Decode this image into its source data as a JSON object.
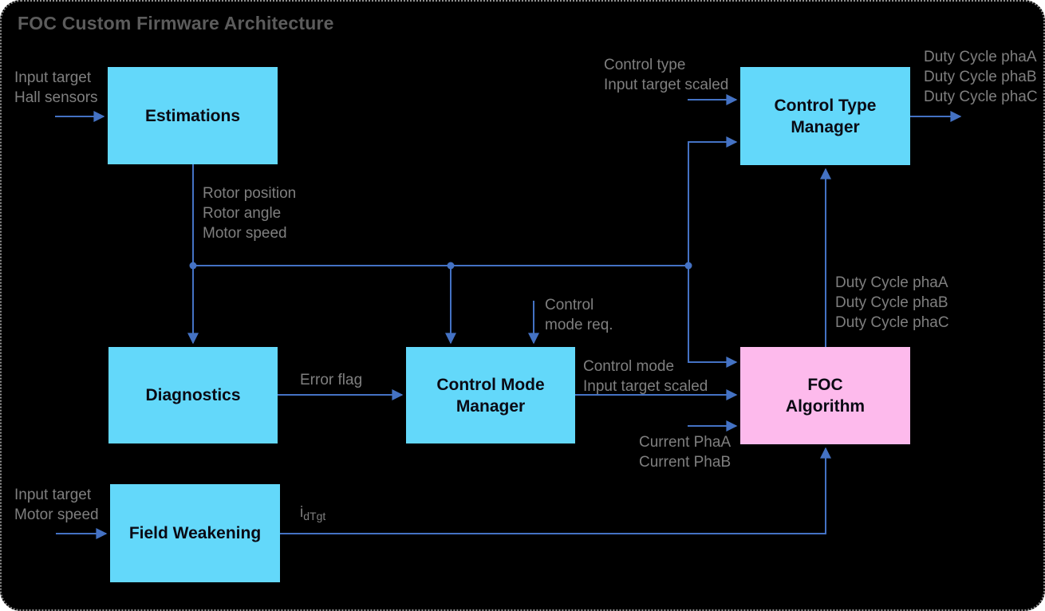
{
  "title": "FOC Custom Firmware Architecture",
  "colors": {
    "background": "#000000",
    "border_dots": "#8f8f8f",
    "block_cyan": "#63d8fa",
    "block_pink": "#fdbaec",
    "block_text": "#0a0a14",
    "connector_blue": "#4472c4",
    "label_gray": "#7f7f7f",
    "title_gray": "#5c5c5c"
  },
  "blocks": {
    "estimations": {
      "label": "Estimations"
    },
    "control_type_manager": {
      "lines": [
        "Control Type",
        "Manager"
      ]
    },
    "diagnostics": {
      "label": "Diagnostics"
    },
    "control_mode_manager": {
      "lines": [
        "Control Mode",
        "Manager"
      ]
    },
    "foc_algorithm": {
      "lines": [
        "FOC",
        "Algorithm"
      ]
    },
    "field_weakening": {
      "label": "Field Weakening"
    }
  },
  "edge_labels": {
    "estimations_inputs": [
      "Input target",
      "Hall sensors"
    ],
    "estimations_outputs": [
      "Rotor position",
      "Rotor angle",
      "Motor speed"
    ],
    "ctm_inputs": [
      "Control type",
      "Input target scaled"
    ],
    "ctm_outputs": [
      "Duty Cycle phaA",
      "Duty Cycle phaB",
      "Duty Cycle phaC"
    ],
    "control_mode_request": [
      "Control",
      "mode req."
    ],
    "error_flag": "Error flag",
    "cmm_outputs": [
      "Control mode",
      "Input target scaled"
    ],
    "foc_duty_outputs": [
      "Duty Cycle phaA",
      "Duty Cycle phaB",
      "Duty Cycle phaC"
    ],
    "current_inputs": [
      "Current PhaA",
      "Current PhaB"
    ],
    "fw_inputs": [
      "Input target",
      "Motor speed"
    ],
    "fw_output_main": "i",
    "fw_output_sub": "dTgt"
  }
}
